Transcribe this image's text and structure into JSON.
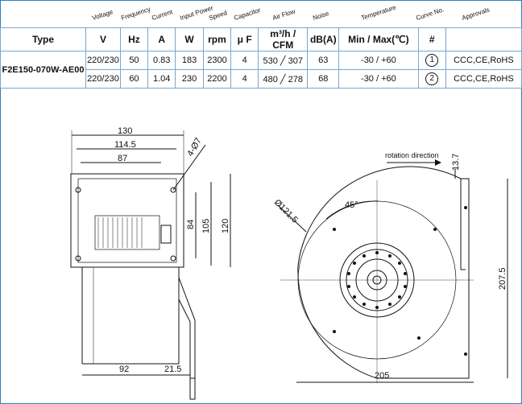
{
  "column_headers": [
    "Voltage",
    "Frequency",
    "Current",
    "Input Power",
    "Speed",
    "Capacitor",
    "Air Flow",
    "Noise",
    "Temperature",
    "Curve No.",
    "Approvals"
  ],
  "table": {
    "units_row": [
      "Type",
      "V",
      "Hz",
      "A",
      "W",
      "rpm",
      "μ F",
      "m³/h / CFM",
      "dB(A)",
      "Min / Max(℃)",
      "#",
      ""
    ],
    "model": "F2E150-070W-AE00",
    "rows": [
      {
        "voltage": "220/230",
        "freq": "50",
        "current": "0.83",
        "power": "183",
        "speed": "2300",
        "cap": "4",
        "airflow": "530 ╱ 307",
        "noise": "63",
        "temp": "-30 / +60",
        "curve": "1",
        "approvals": "CCC,CE,RoHS"
      },
      {
        "voltage": "220/230",
        "freq": "60",
        "current": "1.04",
        "power": "230",
        "speed": "2200",
        "cap": "4",
        "airflow": "480 ╱ 278",
        "noise": "68",
        "temp": "-30 / +60",
        "curve": "2",
        "approvals": "CCC,CE,RoHS"
      }
    ]
  },
  "drawing": {
    "dim_130": "130",
    "dim_114_5": "114.5",
    "dim_87": "87",
    "dim_4_phi7": "4-Ø7",
    "dim_84": "84",
    "dim_105": "105",
    "dim_120": "120",
    "dim_92": "92",
    "dim_21_5": "21.5",
    "rotation": "rotation direction",
    "dim_13_7": "13.7",
    "dim_45": "45°",
    "dim_phi121_5": "Ø121.5",
    "dim_207_5": "207.5",
    "dim_205": "205"
  }
}
